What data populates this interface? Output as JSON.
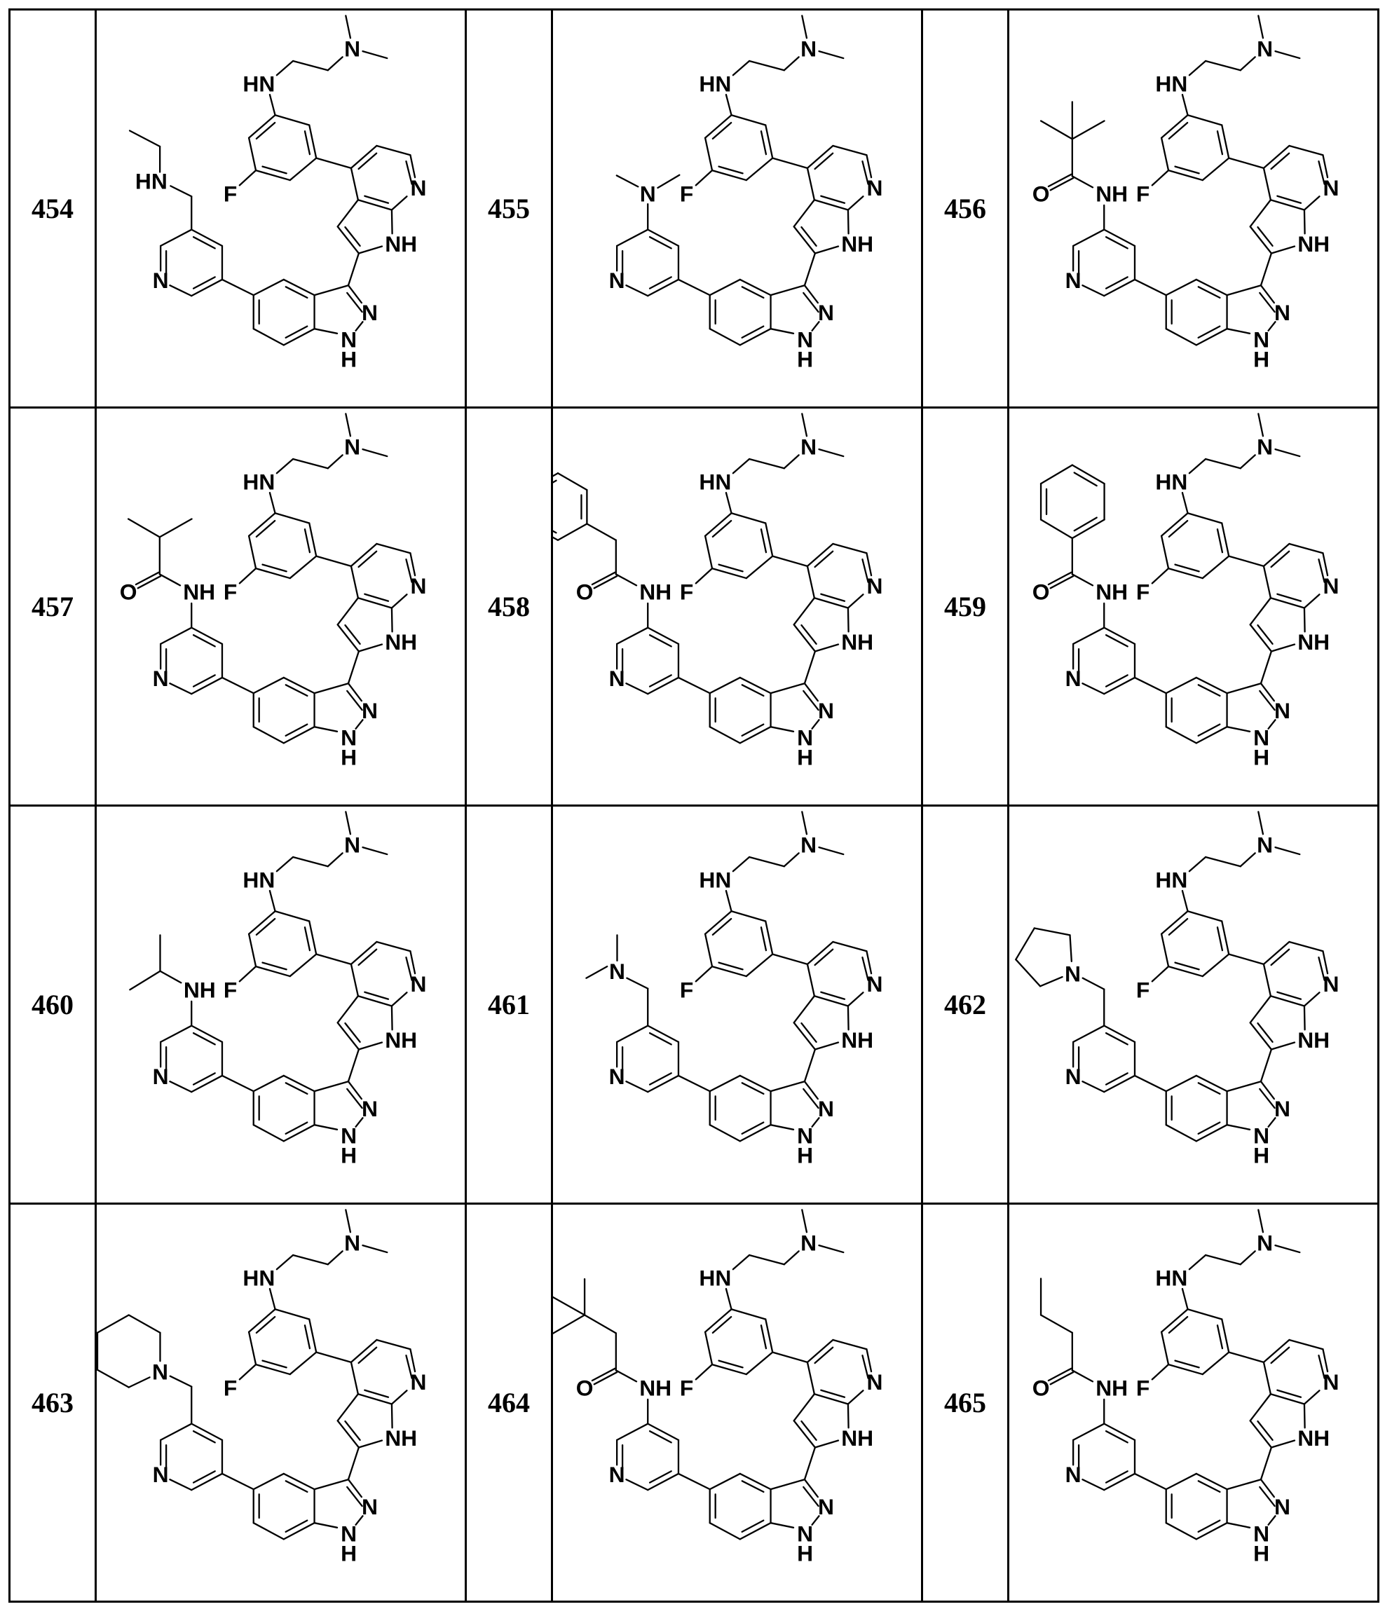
{
  "table": {
    "core_labels": [
      "N",
      "HN",
      "F",
      "N",
      "NH",
      "N",
      "N",
      "H",
      "N"
    ],
    "rows": [
      [
        {
          "id": "454",
          "substituent_labels": [
            "HN"
          ]
        },
        {
          "id": "455",
          "substituent_labels": [
            "N"
          ]
        },
        {
          "id": "456",
          "substituent_labels": [
            "NH",
            "O"
          ]
        }
      ],
      [
        {
          "id": "457",
          "substituent_labels": [
            "NH",
            "O"
          ]
        },
        {
          "id": "458",
          "substituent_labels": [
            "NH",
            "O"
          ]
        },
        {
          "id": "459",
          "substituent_labels": [
            "NH",
            "O"
          ]
        }
      ],
      [
        {
          "id": "460",
          "substituent_labels": [
            "NH"
          ]
        },
        {
          "id": "461",
          "substituent_labels": [
            "N"
          ]
        },
        {
          "id": "462",
          "substituent_labels": [
            "N"
          ]
        }
      ],
      [
        {
          "id": "463",
          "substituent_labels": [
            "N"
          ]
        },
        {
          "id": "464",
          "substituent_labels": [
            "NH",
            "O"
          ]
        },
        {
          "id": "465",
          "substituent_labels": [
            "NH",
            "O"
          ]
        }
      ]
    ]
  }
}
